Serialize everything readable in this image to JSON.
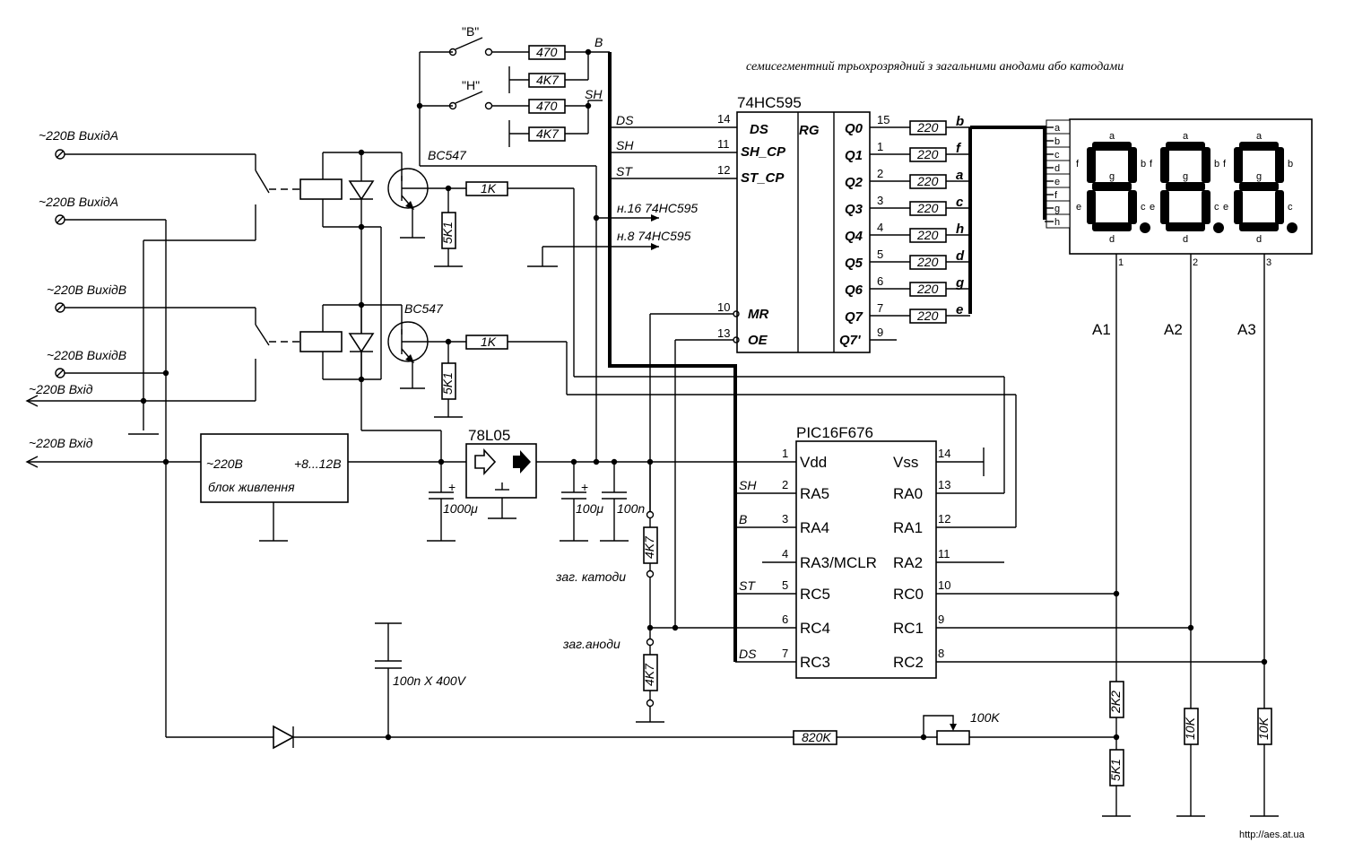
{
  "title": "семисегментний трьохрозрядний з загальними анодами або катодами",
  "watermark": "http://aes.at.ua",
  "inputs": {
    "out_a1": "~220В ВихідА",
    "out_a2": "~220В ВихідА",
    "out_b1": "~220В ВихідВ",
    "out_b2": "~220В ВихідВ",
    "in1": "~220В Вхід",
    "in2": "~220В Вхід"
  },
  "switches": {
    "b": "\"В\"",
    "h": "\"Н\""
  },
  "net_labels": {
    "b": "B",
    "sh": "SH",
    "ds": "DS",
    "st": "ST"
  },
  "resistors": {
    "r470a": "470",
    "r4k7a": "4K7",
    "r470b": "470",
    "r4k7b": "4K7",
    "r1k_a": "1K",
    "r1k_b": "1K",
    "r5k1_a": "5K1",
    "r5k1_b": "5K1",
    "r4k7_c": "4K7",
    "r4k7_d": "4K7",
    "r820k": "820K",
    "r100k": "100K",
    "r2k2": "2K2",
    "r5k1_c": "5K1",
    "r10k_a": "10K",
    "r10k_b": "10K",
    "seg_r": "220"
  },
  "transistors": {
    "q1": "BC547",
    "q2": "BC547"
  },
  "ic595": {
    "name": "74HC595",
    "left_pins": [
      {
        "num": "14",
        "name": "DS",
        "net": "DS"
      },
      {
        "num": "11",
        "name": "SH_CP",
        "net": "SH"
      },
      {
        "num": "12",
        "name": "ST_CP",
        "net": "ST"
      },
      {
        "num": "10",
        "name": "MR",
        "net": ""
      },
      {
        "num": "13",
        "name": "OE",
        "net": ""
      }
    ],
    "rg": "RG",
    "right_pins": [
      {
        "num": "15",
        "name": "Q0",
        "seg": "b"
      },
      {
        "num": "1",
        "name": "Q1",
        "seg": "f"
      },
      {
        "num": "2",
        "name": "Q2",
        "seg": "a"
      },
      {
        "num": "3",
        "name": "Q3",
        "seg": "c"
      },
      {
        "num": "4",
        "name": "Q4",
        "seg": "h"
      },
      {
        "num": "5",
        "name": "Q5",
        "seg": "d"
      },
      {
        "num": "6",
        "name": "Q6",
        "seg": "g"
      },
      {
        "num": "7",
        "name": "Q7",
        "seg": "e"
      }
    ],
    "q7s_name": "Q7'",
    "q7s_num": "9",
    "note16": "н.16 74HC595",
    "note8": "н.8 74HC595"
  },
  "pic": {
    "name": "PIC16F676",
    "left_pins": [
      {
        "num": "1",
        "name": "Vdd",
        "net": ""
      },
      {
        "num": "2",
        "name": "RA5",
        "net": "SH"
      },
      {
        "num": "3",
        "name": "RA4",
        "net": "B"
      },
      {
        "num": "4",
        "name": "RA3/MCLR",
        "net": ""
      },
      {
        "num": "5",
        "name": "RC5",
        "net": "ST"
      },
      {
        "num": "6",
        "name": "RC4",
        "net": ""
      },
      {
        "num": "7",
        "name": "RC3",
        "net": "DS"
      }
    ],
    "right_pins": [
      {
        "num": "14",
        "name": "Vss"
      },
      {
        "num": "13",
        "name": "RA0"
      },
      {
        "num": "12",
        "name": "RA1"
      },
      {
        "num": "11",
        "name": "RA2"
      },
      {
        "num": "10",
        "name": "RC0"
      },
      {
        "num": "9",
        "name": "RC1"
      },
      {
        "num": "8",
        "name": "RC2"
      }
    ]
  },
  "regulator": "78L05",
  "psu": {
    "label": "блок живлення",
    "in": "~220В",
    "out": "+8...12В"
  },
  "caps": {
    "c1000": "1000μ",
    "c100u": "100μ",
    "c100n": "100n",
    "c400": "100n X 400V",
    "plus": "+"
  },
  "jumpers": {
    "cathode": "заг. катоди",
    "anode": "заг.аноди"
  },
  "display": {
    "segment_letters": [
      "a",
      "b",
      "c",
      "d",
      "e",
      "f",
      "g",
      "h"
    ],
    "digit_labels": {
      "a": "a",
      "b": "b",
      "c": "c",
      "d": "d",
      "e": "e",
      "f": "f",
      "g": "g"
    },
    "pins": [
      "1",
      "2",
      "3"
    ],
    "anodes": [
      "A1",
      "A2",
      "A3"
    ]
  }
}
